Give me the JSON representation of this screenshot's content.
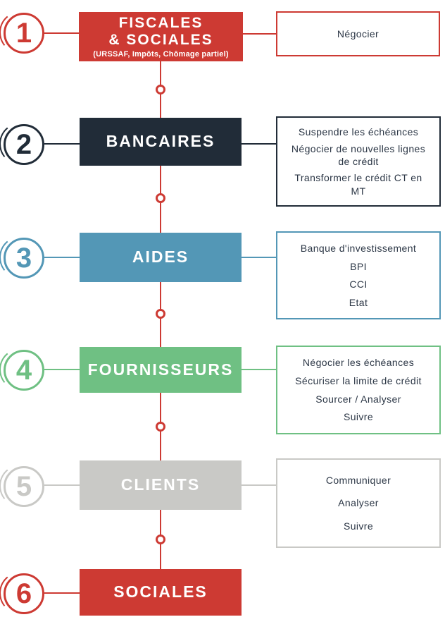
{
  "colors": {
    "red": "#cd3a33",
    "dark_navy": "#212c38",
    "blue": "#5397b6",
    "green": "#6fc083",
    "gray": "#c9c9c6",
    "action_text": "#2b3645",
    "spine": "#cd3a33"
  },
  "steps": [
    {
      "number": "1",
      "accent": "#cd3a33",
      "title_lines": [
        "FISCALES",
        "& SOCIALES"
      ],
      "subtitle": "(URSSAF, Impôts, Chômage partiel)",
      "actions": [
        "Négocier"
      ]
    },
    {
      "number": "2",
      "accent": "#212c38",
      "title": "BANCAIRES",
      "actions": [
        "Suspendre les échéances",
        "Négocier de nouvelles lignes de crédit",
        "Transformer le crédit CT en MT"
      ]
    },
    {
      "number": "3",
      "accent": "#5397b6",
      "title": "AIDES",
      "actions": [
        "Banque d'investissement",
        "BPI",
        "CCI",
        "Etat"
      ]
    },
    {
      "number": "4",
      "accent": "#6fc083",
      "title": "FOURNISSEURS",
      "actions": [
        "Négocier les échéances",
        "Sécuriser la limite de crédit",
        "Sourcer / Analyser",
        "Suivre"
      ]
    },
    {
      "number": "5",
      "accent": "#c9c9c6",
      "title": "CLIENTS",
      "actions": [
        "Communiquer",
        "Analyser",
        "Suivre"
      ]
    },
    {
      "number": "6",
      "accent": "#cd3a33",
      "title": "SOCIALES",
      "actions": []
    }
  ]
}
